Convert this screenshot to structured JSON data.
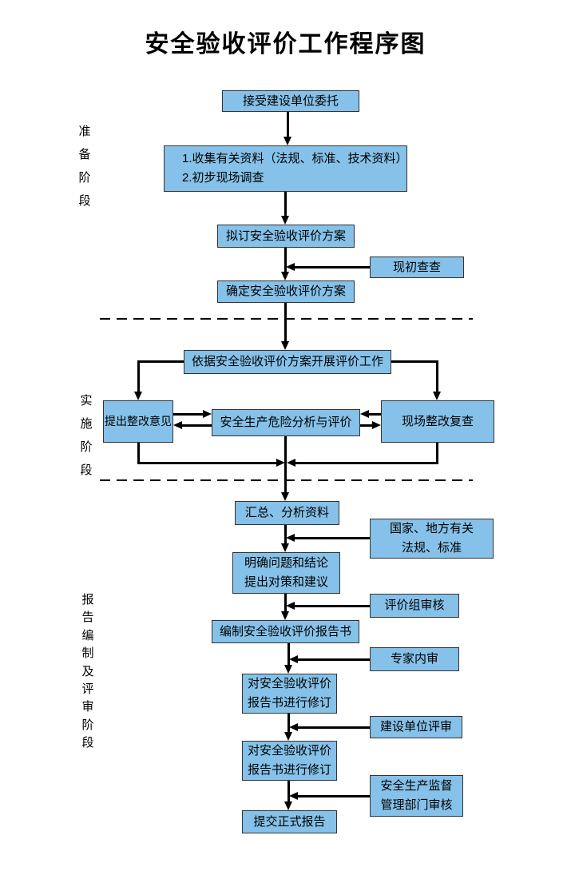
{
  "title": "安全验收评价工作程序图",
  "phases": {
    "prepare": "准备阶段",
    "implement": "实施阶段",
    "report": "报告编制及评审阶段"
  },
  "nodes": {
    "accept": "接受建设单位委托",
    "collect_line1": "1.收集有关资料（法规、标准、技术资料）",
    "collect_line2": "2.初步现场调查",
    "draft_plan": "拟订安全验收评价方案",
    "initial_survey": "现初查查",
    "confirm_plan": "确定安全验收评价方案",
    "carry_out": "依据安全验收评价方案开展评价工作",
    "suggest": "提出整改意见",
    "analyze": "安全生产危险分析与评价",
    "site_recheck": "现场整改复查",
    "summarize": "汇总、分析资料",
    "regulations_line1": "国家、地方有关",
    "regulations_line2": "法规、标准",
    "clarify_line1": "明确问题和结论",
    "clarify_line2": "提出对策和建议",
    "team_review": "评价组审核",
    "compile": "编制安全验收评价报告书",
    "expert_review": "专家内审",
    "revise1_line1": "对安全验收评价",
    "revise1_line2": "报告书进行修订",
    "client_review": "建设单位评审",
    "revise2_line1": "对安全验收评价",
    "revise2_line2": "报告书进行修订",
    "authority_line1": "安全生产监督",
    "authority_line2": "管理部门审核",
    "submit": "提交正式报告"
  },
  "colors": {
    "box_fill": "#85C1E8",
    "box_border": "#333333",
    "line": "#000000",
    "text": "#000000"
  }
}
